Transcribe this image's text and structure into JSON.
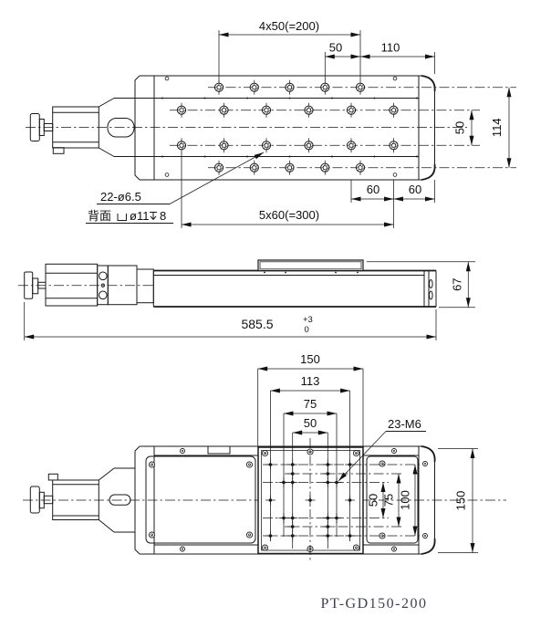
{
  "drawing": {
    "title": "PT-GD150-200",
    "top_view": {
      "dim_4x50": "4x50(=200)",
      "dim_50_top": "50",
      "dim_110": "110",
      "dim_50_right": "50",
      "dim_114": "114",
      "dim_60_left": "60",
      "dim_60_right": "60",
      "dim_5x60": "5x60(=300)",
      "hole_note_line1": "22-ø6.5",
      "hole_note_backside": "背面",
      "hole_note_cbore_dia": "ø11",
      "hole_note_depth": "8"
    },
    "side_view": {
      "dim_67": "67",
      "dim_length": "585.5",
      "tol_upper": "+3",
      "tol_lower": "0"
    },
    "bottom_view": {
      "dim_150_top": "150",
      "dim_113": "113",
      "dim_75_top": "75",
      "dim_50_top": "50",
      "thread_note": "23-M6",
      "dim_50_right": "50",
      "dim_75_right": "75",
      "dim_100_right": "100",
      "dim_150_right": "150"
    }
  }
}
